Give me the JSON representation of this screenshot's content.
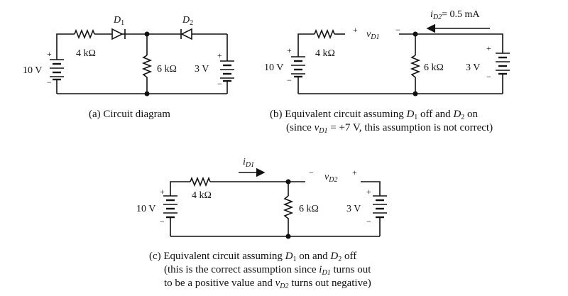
{
  "figure_a": {
    "caption": "(a) Circuit diagram",
    "src_left": "10 V",
    "src_right": "3 V",
    "r_top": "4 kΩ",
    "r_mid": "6 kΩ",
    "d1_main": "D",
    "d1_sub": "1",
    "d2_main": "D",
    "d2_sub": "2",
    "plus": "+",
    "minus": "−"
  },
  "figure_b": {
    "src_left": "10 V",
    "src_right": "3 V",
    "r_top": "4 kΩ",
    "r_mid": "6 kΩ",
    "vd1_plus": "+",
    "vd1_var": "v",
    "vd1_sub": "D1",
    "vd1_minus": "−",
    "id2_var": "i",
    "id2_sub": "D2",
    "id2_eq": "= 0.5 mA",
    "plus": "+",
    "minus": "−",
    "caption_line1_pre": "(b) Equivalent circuit assuming ",
    "caption_line1_d": "D",
    "caption_line1_sub1": "1",
    "caption_line1_mid": " off and ",
    "caption_line1_sub2": "2",
    "caption_line1_post": " on",
    "caption_line2_pre": "(since ",
    "caption_line2_var": "v",
    "caption_line2_sub": "D1",
    "caption_line2_post": " = +7 V, this assumption is not correct)"
  },
  "figure_c": {
    "src_left": "10 V",
    "src_right": "3 V",
    "r_top": "4 kΩ",
    "r_mid": "6 kΩ",
    "id1_var": "i",
    "id1_sub": "D1",
    "vd2_minus": "−",
    "vd2_var": "v",
    "vd2_sub": "D2",
    "vd2_plus": "+",
    "plus": "+",
    "minus": "−",
    "caption_line1_pre": "(c) Equivalent circuit assuming ",
    "caption_line1_d": "D",
    "caption_line1_sub1": "1",
    "caption_line1_mid": " on and ",
    "caption_line1_sub2": "2",
    "caption_line1_post": " off",
    "caption_line2_pre": "(this is the correct assumption since ",
    "caption_line2_var": "i",
    "caption_line2_sub": "D1",
    "caption_line2_post": " turns out",
    "caption_line3_pre": "to be a positive value and ",
    "caption_line3_var": "v",
    "caption_line3_sub": "D2",
    "caption_line3_post": " turns out negative)"
  }
}
